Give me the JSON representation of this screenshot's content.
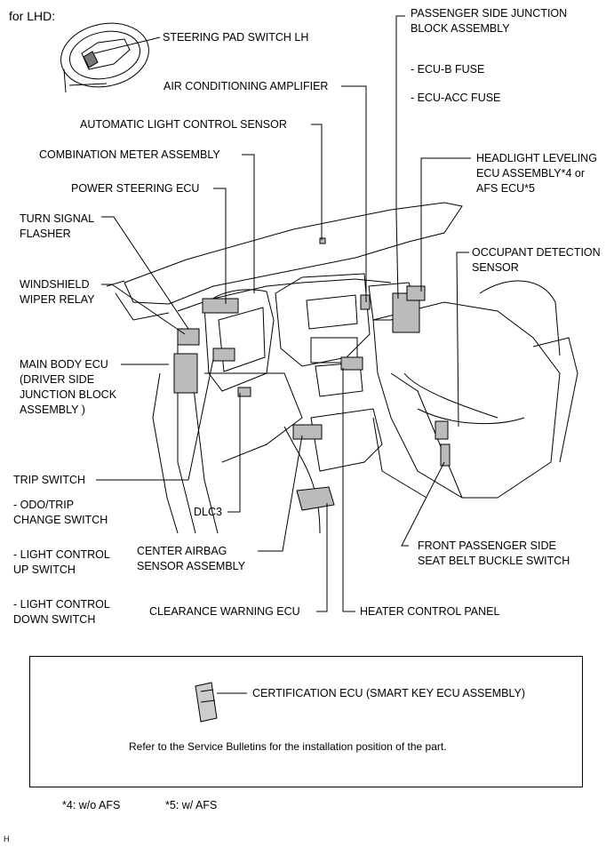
{
  "header": {
    "variant": "for LHD:"
  },
  "labels": {
    "steering_pad": "STEERING PAD SWITCH LH",
    "passenger_jb": "PASSENGER SIDE JUNCTION\nBLOCK ASSEMBLY",
    "ecu_b_fuse": "- ECU-B FUSE",
    "ecu_acc_fuse": "- ECU-ACC FUSE",
    "ac_amplifier": "AIR CONDITIONING AMPLIFIER",
    "auto_light_sensor": "AUTOMATIC LIGHT CONTROL SENSOR",
    "headlight_leveling": "HEADLIGHT LEVELING\nECU ASSEMBLY*4 or\nAFS ECU*5",
    "combination_meter": "COMBINATION METER ASSEMBLY",
    "power_steering": "POWER STEERING ECU",
    "turn_signal": "TURN SIGNAL\nFLASHER",
    "occupant_sensor": "OCCUPANT DETECTION\nSENSOR",
    "wiper_relay": "WINDSHIELD\nWIPER RELAY",
    "main_body_ecu": "MAIN BODY ECU\n(DRIVER SIDE\nJUNCTION BLOCK\nASSEMBLY )",
    "trip_switch": "TRIP SWITCH",
    "odo_trip": "- ODO/TRIP\nCHANGE SWITCH",
    "dlc3": "DLC3",
    "light_up": "- LIGHT CONTROL\nUP SWITCH",
    "center_airbag": "CENTER AIRBAG\nSENSOR ASSEMBLY",
    "belt_buckle": "FRONT PASSENGER SIDE\nSEAT BELT BUCKLE SWITCH",
    "light_down": "- LIGHT CONTROL\nDOWN SWITCH",
    "clearance_ecu": "CLEARANCE WARNING ECU",
    "heater_panel": "HEATER CONTROL PANEL"
  },
  "notice": {
    "certification_ecu": "CERTIFICATION ECU (SMART KEY ECU ASSEMBLY)",
    "note": "Refer to the Service Bulletins for the installation position of the part."
  },
  "footnotes": {
    "n4": "*4: w/o AFS",
    "n5": "*5: w/ AFS"
  },
  "figure_code": "H"
}
